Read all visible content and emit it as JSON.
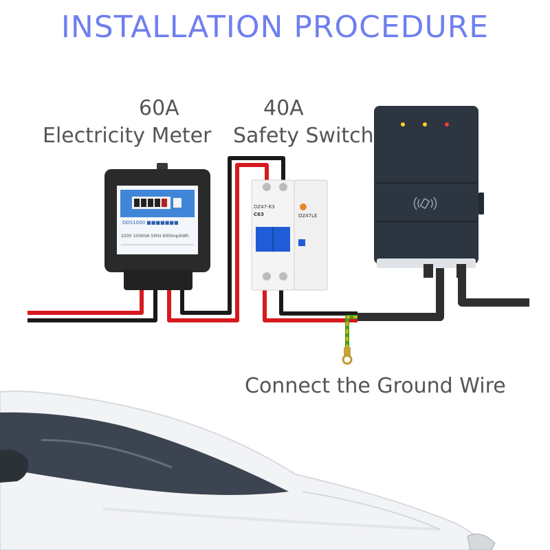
{
  "title": "INSTALLATION PROCEDURE",
  "meter": {
    "rating": "60A",
    "name": "Electricity Meter",
    "brand_strip": "DDS1000 ■■■■■■■",
    "spec_line": "220V 10(60)A 50Hz 600imp/kWh"
  },
  "switch": {
    "rating": "40A",
    "name": "Safety Switch",
    "breaker_model": "DZ47-63",
    "breaker_rating": "C63",
    "rcd_model": "DZ47LE"
  },
  "ground": {
    "caption": "Connect the Ground Wire"
  },
  "charger": {
    "indicators": [
      "#ffd21e",
      "#ffd21e",
      "#ff3a2e"
    ]
  },
  "colors": {
    "title": "#6f7ff0",
    "label": "#555555",
    "wire_red": "#d71920",
    "wire_black": "#1a1a1a",
    "ground_yellow": "#d7c300",
    "ground_green": "#4c9a2a",
    "charger_body": "#2c3540",
    "meter_body": "#2a2a2a",
    "meter_panel": "#3f86d9"
  }
}
